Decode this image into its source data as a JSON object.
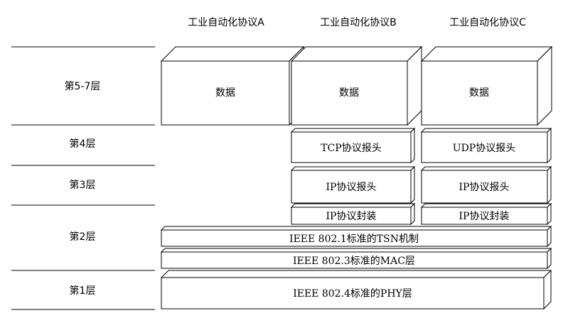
{
  "columns": [
    "工业自动化协议A",
    "工业自动化协议B",
    "工业自动化协议C"
  ],
  "layers": [
    "第5-7层",
    "第4层",
    "第3层",
    "第2层",
    "第1层"
  ],
  "blocks": {
    "data_a": "数据",
    "data_b": "数据",
    "data_c": "数据",
    "tcp_header": "TCP协议报头",
    "udp_header": "UDP协议报头",
    "ip_header_b": "IP协议报头",
    "ip_header_c": "IP协议报头",
    "ip_encap_b": "IP协议封装",
    "ip_encap_c": "IP协议封装",
    "tsn": "IEEE 802.1标准的TSN机制",
    "mac": "IEEE 802.3标准的MAC层",
    "phy": "IEEE 802.4标准的PHY层"
  }
}
